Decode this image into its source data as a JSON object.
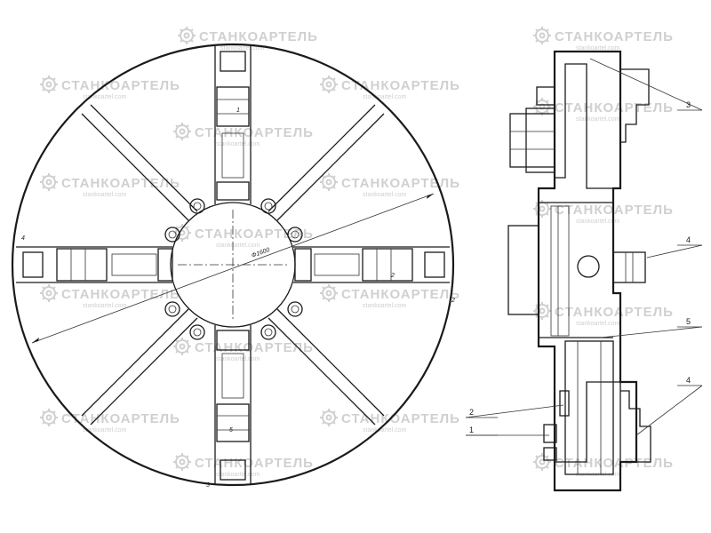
{
  "watermark": {
    "brand": "СТАНКОАРТЕЛЬ",
    "site": "stankoartel.com"
  },
  "front_view": {
    "diameter_label": "Ф1600",
    "jaw_labels": {
      "top": "1",
      "right": "2",
      "bottom": "3",
      "left": "4"
    },
    "slot_label_top": "1",
    "slot_label_right": "2",
    "slot_label_bottom": "5"
  },
  "section_view": {
    "callouts": [
      {
        "id": "c3",
        "text": "3"
      },
      {
        "id": "c4a",
        "text": "4"
      },
      {
        "id": "c5",
        "text": "5"
      },
      {
        "id": "c4b",
        "text": "4"
      },
      {
        "id": "c2",
        "text": "2"
      },
      {
        "id": "c1",
        "text": "1"
      }
    ]
  },
  "colors": {
    "ink": "#1a1a1a",
    "watermark": "#d0d0d0",
    "background": "#ffffff"
  },
  "icons": [
    "gear-logo-icon"
  ]
}
